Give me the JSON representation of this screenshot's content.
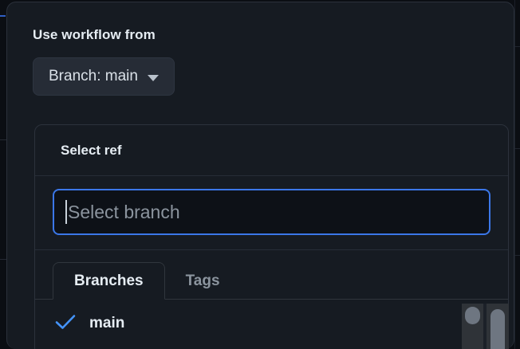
{
  "dialog": {
    "section_title": "Use workflow from",
    "branch_button": {
      "label": "Branch: main",
      "caret_icon": "chevron-down-icon"
    }
  },
  "ref_panel": {
    "header_title": "Select ref",
    "search": {
      "value": "",
      "placeholder": "Select branch"
    },
    "tabs": [
      {
        "label": "Branches",
        "active": true
      },
      {
        "label": "Tags",
        "active": false
      }
    ],
    "items": [
      {
        "label": "main",
        "selected": true,
        "check_icon": "check-icon"
      }
    ]
  },
  "colors": {
    "dialog_background": "#161b22",
    "page_background": "#0b0e13",
    "input_background": "#0d1117",
    "focus_border": "#3b77e8",
    "accent_blue": "#4493f8",
    "text_primary": "#e6edf3",
    "text_muted": "#8b949e",
    "button_background": "#262c36",
    "border": "#30363d",
    "scrollbar_thumb": "#6e7681",
    "scrollbar_track": "#2f3338"
  }
}
